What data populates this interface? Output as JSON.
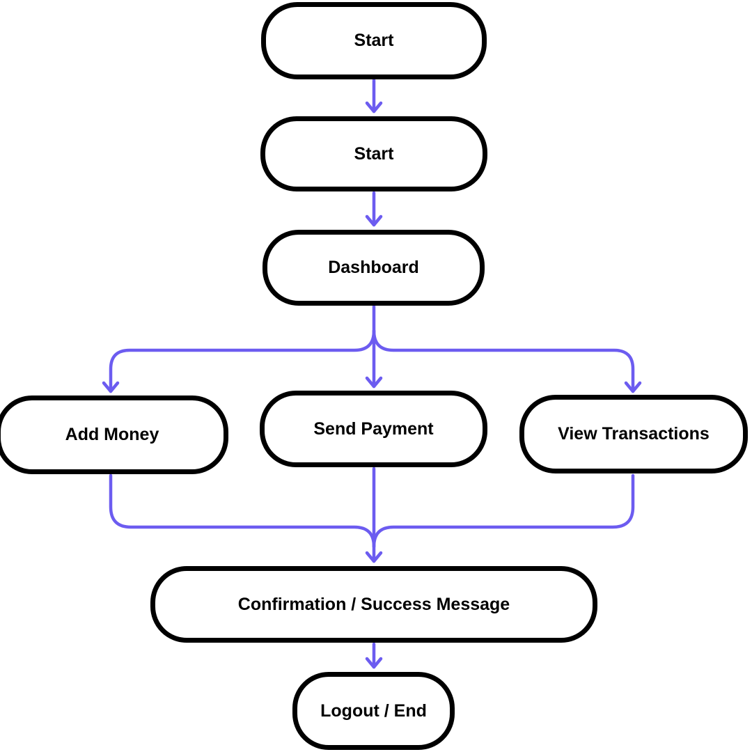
{
  "colors": {
    "connector": "#6C5CF0",
    "node_border": "#000000",
    "node_fill": "#ffffff"
  },
  "nodes": {
    "start_1": "Start",
    "start_2": "Start",
    "dashboard": "Dashboard",
    "add_money": "Add Money",
    "send_payment": "Send Payment",
    "view_transactions": "View Transactions",
    "confirmation": "Confirmation / Success Message",
    "logout": "Logout / End"
  },
  "edges": [
    [
      "start_1",
      "start_2"
    ],
    [
      "start_2",
      "dashboard"
    ],
    [
      "dashboard",
      "add_money"
    ],
    [
      "dashboard",
      "send_payment"
    ],
    [
      "dashboard",
      "view_transactions"
    ],
    [
      "add_money",
      "confirmation"
    ],
    [
      "send_payment",
      "confirmation"
    ],
    [
      "view_transactions",
      "confirmation"
    ],
    [
      "confirmation",
      "logout"
    ]
  ]
}
